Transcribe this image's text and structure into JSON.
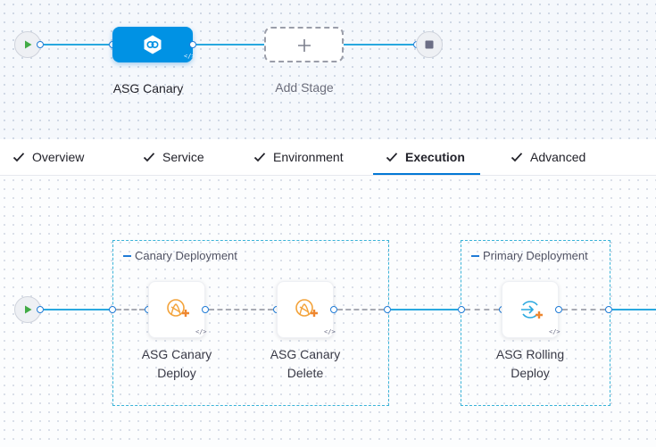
{
  "pipeline": {
    "stage": {
      "label": "ASG Canary",
      "icon": "asg-stage-icon"
    },
    "add_stage": {
      "label": "Add Stage",
      "icon": "plus-icon"
    },
    "yaml_icon": "</>"
  },
  "tabs": [
    {
      "label": "Overview",
      "active": false
    },
    {
      "label": "Service",
      "active": false
    },
    {
      "label": "Environment",
      "active": false
    },
    {
      "label": "Execution",
      "active": true
    },
    {
      "label": "Advanced",
      "active": false
    }
  ],
  "execution": {
    "groups": [
      {
        "title": "Canary Deployment",
        "steps": [
          {
            "line1": "ASG Canary",
            "line2": "Deploy",
            "icon": "asg-canary-deploy-icon"
          },
          {
            "line1": "ASG Canary",
            "line2": "Delete",
            "icon": "asg-canary-delete-icon"
          }
        ]
      },
      {
        "title": "Primary Deployment",
        "steps": [
          {
            "line1": "ASG Rolling",
            "line2": "Deploy",
            "icon": "asg-rolling-deploy-icon"
          }
        ]
      }
    ]
  },
  "colors": {
    "accent": "#0278d5",
    "connector": "#29a8df",
    "stage_fill": "#0092e4",
    "play": "#42ab45",
    "step_icon_orange": "#f3a33b"
  }
}
